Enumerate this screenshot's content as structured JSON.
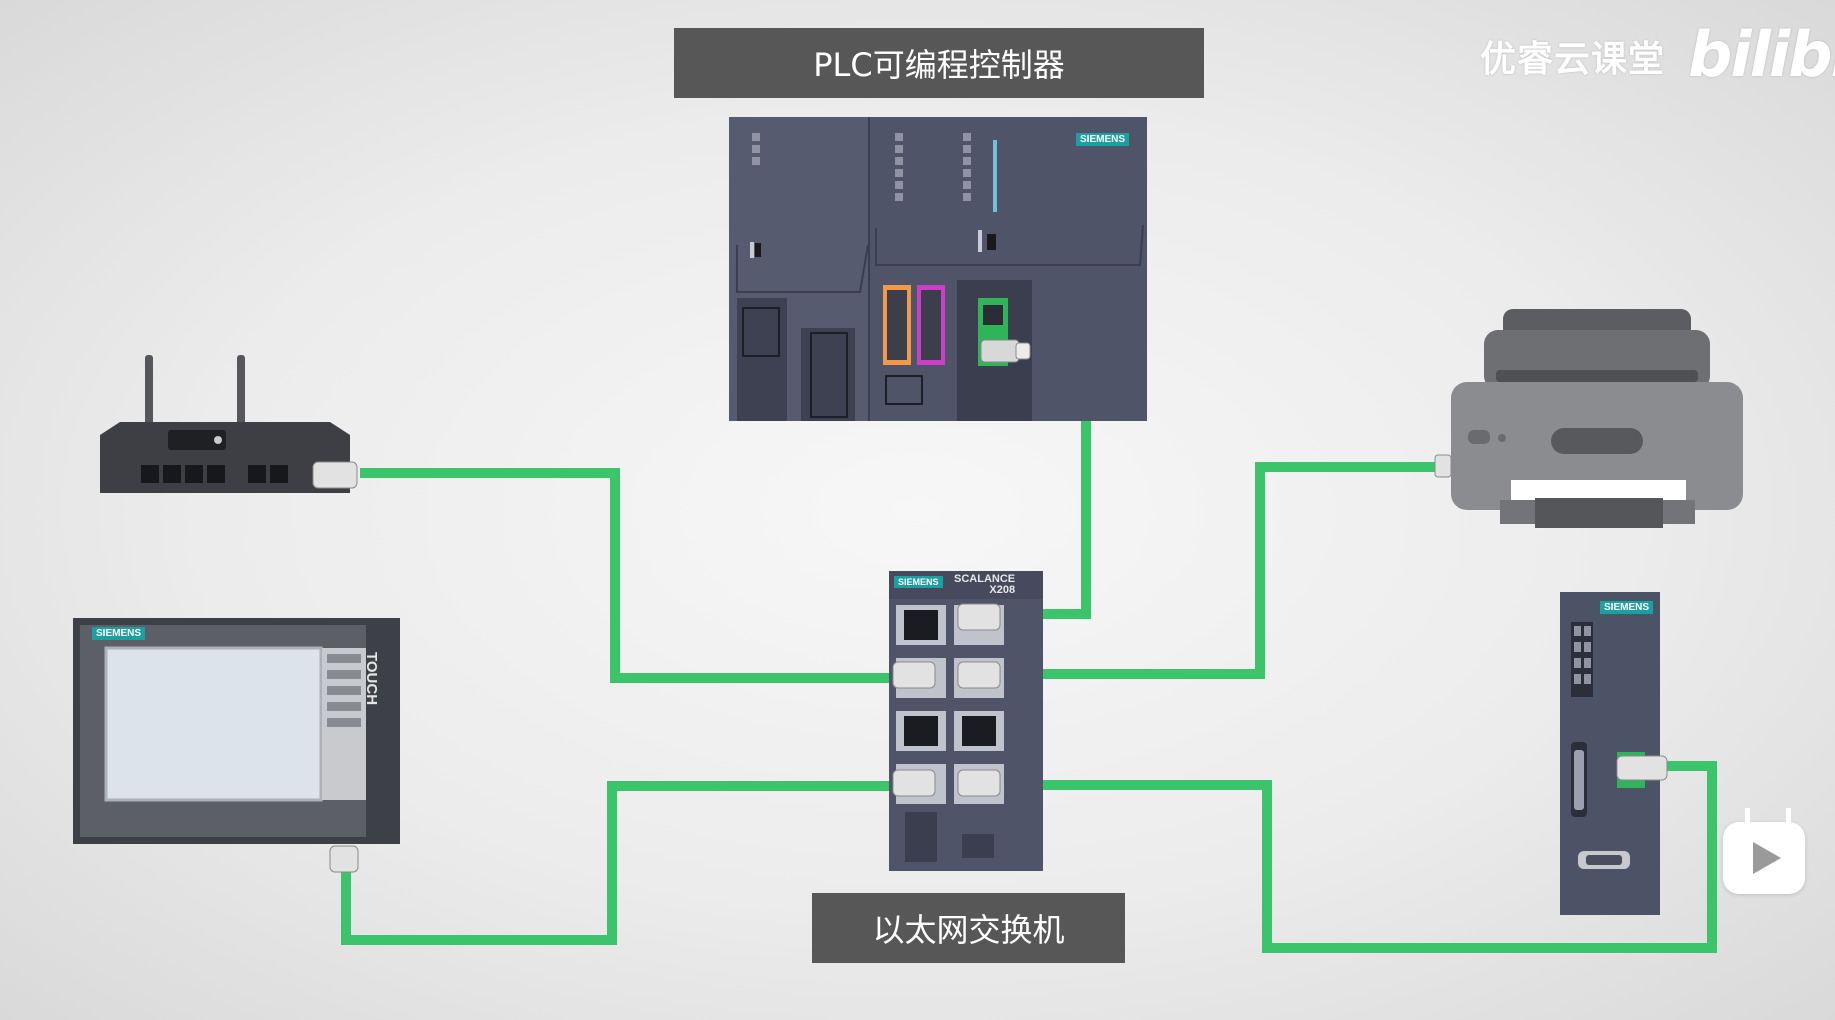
{
  "labels": {
    "plc": "PLC可编程控制器",
    "switch": "以太网交换机"
  },
  "watermark": {
    "text": "优睿云课堂",
    "logo": "bilibili"
  },
  "devices": {
    "plc_brand": "SIEMENS",
    "hmi_brand": "SIEMENS",
    "hmi_side_text": "TOUCH",
    "switch_brand": "SIEMENS",
    "switch_model": "SCALANCE",
    "switch_model_no": "X208",
    "drive_brand": "SIEMENS"
  },
  "colors": {
    "cable": "#3cc46a",
    "label_bg": "#575757",
    "device_body": "#4f5468",
    "brand_tag": "#1aa0a0"
  },
  "icons": {
    "router": "router-icon",
    "hmi": "hmi-panel-icon",
    "printer": "printer-icon",
    "drive": "drive-module-icon",
    "play": "play-icon"
  }
}
